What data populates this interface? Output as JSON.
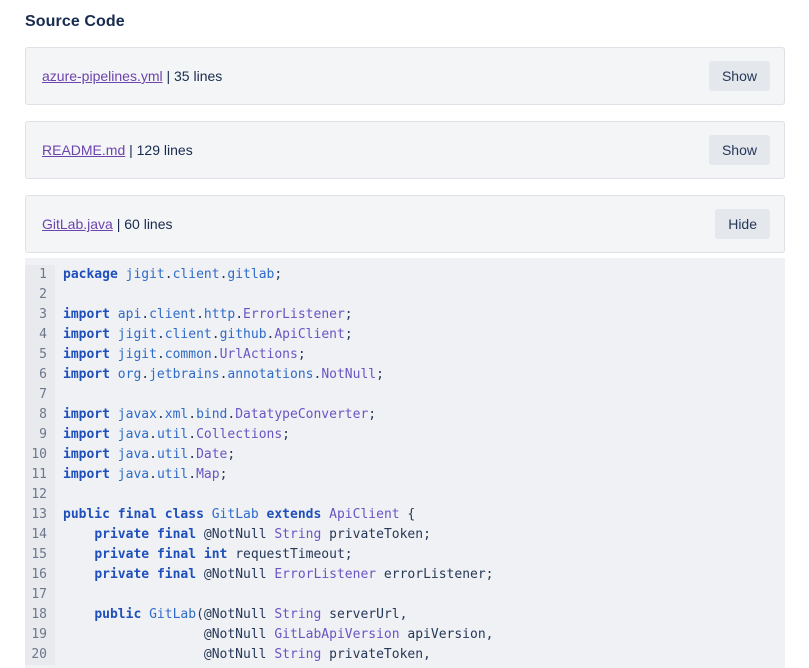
{
  "title": "Source Code",
  "colors": {
    "text-dark": "#172B4D",
    "link-purple": "#6C44AD",
    "card-bg": "#F4F5F7",
    "card-border": "#DFE1E6",
    "btn-bg": "#E4E7EC",
    "btn-text": "#253858",
    "code-bg": "#F0F1F4",
    "gutter-bg": "#E9EAED",
    "line-num": "#6B778C",
    "tok-kw": "#1E4FBB",
    "tok-id": "#2E6BC8",
    "tok-cls": "#6A54C4",
    "tok-plain": "#253858"
  },
  "files": [
    {
      "name": "azure-pipelines.yml",
      "meta": " | 35 lines",
      "button": "Show",
      "expanded": false
    },
    {
      "name": "README.md",
      "meta": " | 129 lines",
      "button": "Show",
      "expanded": false
    },
    {
      "name": "GitLab.java",
      "meta": " | 60 lines",
      "button": "Hide",
      "expanded": true
    }
  ],
  "code": {
    "file": "GitLab.java",
    "first_line_number": 1,
    "lines": [
      [
        [
          "k",
          "package"
        ],
        [
          "p",
          " "
        ],
        [
          "i",
          "jigit"
        ],
        [
          "p",
          "."
        ],
        [
          "i",
          "client"
        ],
        [
          "p",
          "."
        ],
        [
          "i",
          "gitlab"
        ],
        [
          "p",
          ";"
        ]
      ],
      [],
      [
        [
          "k",
          "import"
        ],
        [
          "p",
          " "
        ],
        [
          "i",
          "api"
        ],
        [
          "p",
          "."
        ],
        [
          "i",
          "client"
        ],
        [
          "p",
          "."
        ],
        [
          "i",
          "http"
        ],
        [
          "p",
          "."
        ],
        [
          "c",
          "ErrorListener"
        ],
        [
          "p",
          ";"
        ]
      ],
      [
        [
          "k",
          "import"
        ],
        [
          "p",
          " "
        ],
        [
          "i",
          "jigit"
        ],
        [
          "p",
          "."
        ],
        [
          "i",
          "client"
        ],
        [
          "p",
          "."
        ],
        [
          "i",
          "github"
        ],
        [
          "p",
          "."
        ],
        [
          "c",
          "ApiClient"
        ],
        [
          "p",
          ";"
        ]
      ],
      [
        [
          "k",
          "import"
        ],
        [
          "p",
          " "
        ],
        [
          "i",
          "jigit"
        ],
        [
          "p",
          "."
        ],
        [
          "i",
          "common"
        ],
        [
          "p",
          "."
        ],
        [
          "c",
          "UrlActions"
        ],
        [
          "p",
          ";"
        ]
      ],
      [
        [
          "k",
          "import"
        ],
        [
          "p",
          " "
        ],
        [
          "i",
          "org"
        ],
        [
          "p",
          "."
        ],
        [
          "i",
          "jetbrains"
        ],
        [
          "p",
          "."
        ],
        [
          "i",
          "annotations"
        ],
        [
          "p",
          "."
        ],
        [
          "c",
          "NotNull"
        ],
        [
          "p",
          ";"
        ]
      ],
      [],
      [
        [
          "k",
          "import"
        ],
        [
          "p",
          " "
        ],
        [
          "i",
          "javax"
        ],
        [
          "p",
          "."
        ],
        [
          "i",
          "xml"
        ],
        [
          "p",
          "."
        ],
        [
          "i",
          "bind"
        ],
        [
          "p",
          "."
        ],
        [
          "c",
          "DatatypeConverter"
        ],
        [
          "p",
          ";"
        ]
      ],
      [
        [
          "k",
          "import"
        ],
        [
          "p",
          " "
        ],
        [
          "i",
          "java"
        ],
        [
          "p",
          "."
        ],
        [
          "i",
          "util"
        ],
        [
          "p",
          "."
        ],
        [
          "c",
          "Collections"
        ],
        [
          "p",
          ";"
        ]
      ],
      [
        [
          "k",
          "import"
        ],
        [
          "p",
          " "
        ],
        [
          "i",
          "java"
        ],
        [
          "p",
          "."
        ],
        [
          "i",
          "util"
        ],
        [
          "p",
          "."
        ],
        [
          "c",
          "Date"
        ],
        [
          "p",
          ";"
        ]
      ],
      [
        [
          "k",
          "import"
        ],
        [
          "p",
          " "
        ],
        [
          "i",
          "java"
        ],
        [
          "p",
          "."
        ],
        [
          "i",
          "util"
        ],
        [
          "p",
          "."
        ],
        [
          "c",
          "Map"
        ],
        [
          "p",
          ";"
        ]
      ],
      [],
      [
        [
          "k",
          "public"
        ],
        [
          "p",
          " "
        ],
        [
          "k",
          "final"
        ],
        [
          "p",
          " "
        ],
        [
          "k",
          "class"
        ],
        [
          "p",
          " "
        ],
        [
          "i",
          "GitLab"
        ],
        [
          "p",
          " "
        ],
        [
          "k",
          "extends"
        ],
        [
          "p",
          " "
        ],
        [
          "c",
          "ApiClient"
        ],
        [
          "p",
          " {"
        ]
      ],
      [
        [
          "p",
          "    "
        ],
        [
          "k",
          "private"
        ],
        [
          "p",
          " "
        ],
        [
          "k",
          "final"
        ],
        [
          "p",
          " @NotNull "
        ],
        [
          "c",
          "String"
        ],
        [
          "p",
          " privateToken;"
        ]
      ],
      [
        [
          "p",
          "    "
        ],
        [
          "k",
          "private"
        ],
        [
          "p",
          " "
        ],
        [
          "k",
          "final"
        ],
        [
          "p",
          " "
        ],
        [
          "k",
          "int"
        ],
        [
          "p",
          " requestTimeout;"
        ]
      ],
      [
        [
          "p",
          "    "
        ],
        [
          "k",
          "private"
        ],
        [
          "p",
          " "
        ],
        [
          "k",
          "final"
        ],
        [
          "p",
          " @NotNull "
        ],
        [
          "c",
          "ErrorListener"
        ],
        [
          "p",
          " errorListener;"
        ]
      ],
      [],
      [
        [
          "p",
          "    "
        ],
        [
          "k",
          "public"
        ],
        [
          "p",
          " "
        ],
        [
          "i",
          "GitLab"
        ],
        [
          "p",
          "(@NotNull "
        ],
        [
          "c",
          "String"
        ],
        [
          "p",
          " serverUrl,"
        ]
      ],
      [
        [
          "p",
          "                  @NotNull "
        ],
        [
          "c",
          "GitLabApiVersion"
        ],
        [
          "p",
          " apiVersion,"
        ]
      ],
      [
        [
          "p",
          "                  @NotNull "
        ],
        [
          "c",
          "String"
        ],
        [
          "p",
          " privateToken,"
        ]
      ]
    ]
  }
}
